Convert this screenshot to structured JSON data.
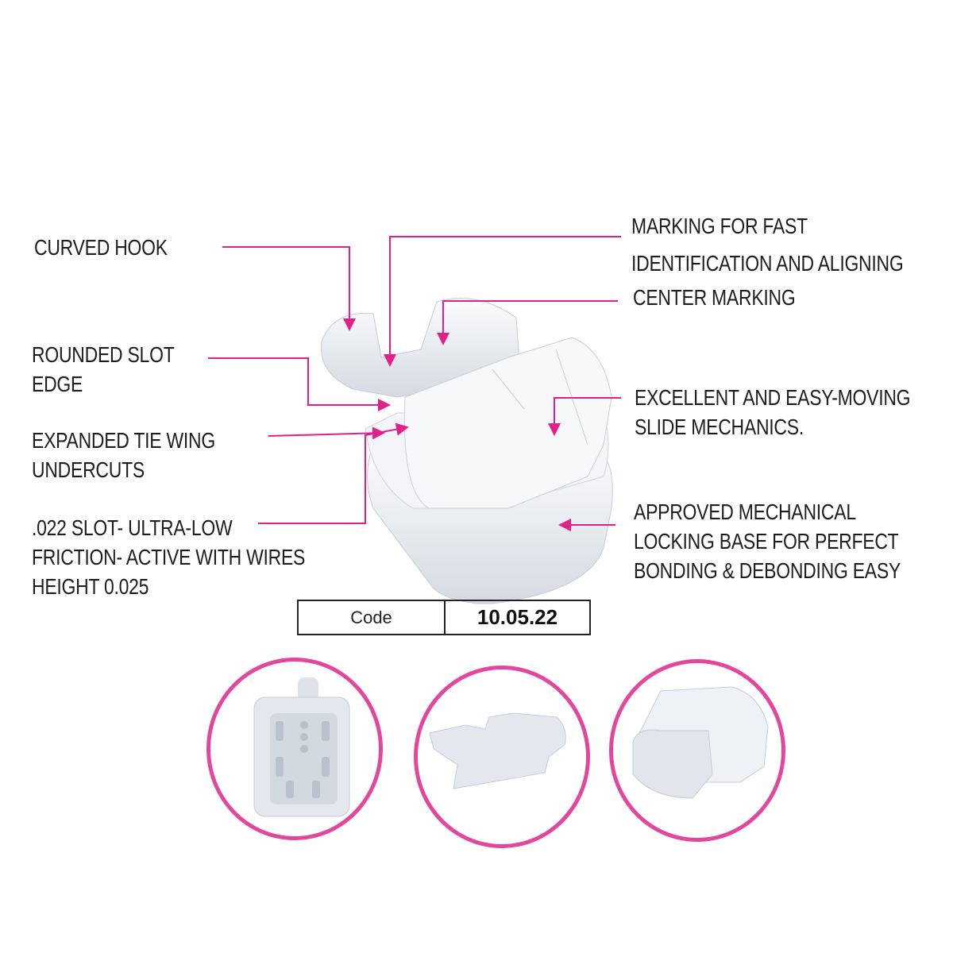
{
  "labels": {
    "curved_hook": "CURVED HOOK",
    "marking_line1": "MARKING FOR FAST",
    "marking_line2": "IDENTIFICATION AND ALIGNING",
    "center_marking": "CENTER MARKING",
    "rounded_line1": "ROUNDED SLOT",
    "rounded_line2": "EDGE",
    "slide_line1": "EXCELLENT AND EASY-MOVING",
    "slide_line2": "SLIDE MECHANICS.",
    "tiewing_line1": "EXPANDED TIE WING",
    "tiewing_line2": "UNDERCUTS",
    "slot_line1": ".022 SLOT- ULTRA-LOW",
    "slot_line2": "FRICTION- ACTIVE WITH WIRES",
    "slot_line3": "HEIGHT 0.025",
    "base_line1": "APPROVED MECHANICAL",
    "base_line2": "LOCKING BASE FOR PERFECT",
    "base_line3": "BONDING & DEBONDING EASY"
  },
  "code": {
    "label": "Code",
    "value": "10.05.22"
  },
  "colors": {
    "leader": "#e0218a",
    "circle_border": "#e3479d",
    "bracket": "#eef1f5",
    "bracket_shadow": "#c9cfd8"
  }
}
